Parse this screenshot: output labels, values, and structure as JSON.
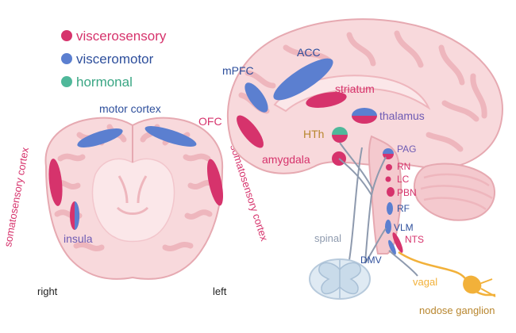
{
  "legend": {
    "items": [
      {
        "label": "viscerosensory",
        "color": "#d6336c"
      },
      {
        "label": "visceromotor",
        "color": "#5b7fd0"
      },
      {
        "label": "hormonal",
        "color": "#4fb89a"
      }
    ]
  },
  "colors": {
    "sensory": "#d6336c",
    "motor": "#5b7fd0",
    "hormonal": "#4fb89a",
    "brown": "#b8862e",
    "orange": "#f2b13a",
    "gray": "#8e9aae",
    "tissue": "#f8d9dc",
    "tissue_dark": "#eeb6bd",
    "spinal": "#dfeaf3"
  },
  "coronal": {
    "motor_cortex": "motor cortex",
    "somato_right": "somatosensory cortex",
    "somato_left": "somatosensory cortex",
    "insula": "insula",
    "right": "right",
    "left": "left"
  },
  "sagittal": {
    "acc": "ACC",
    "mpfc": "mPFC",
    "ofc": "OFC",
    "striatum": "striatum",
    "thalamus": "thalamus",
    "hth": "HTh",
    "amygdala": "amygdala",
    "pag": "PAG",
    "rn": "RN",
    "lc": "LC",
    "pbn": "PBN",
    "rf": "RF",
    "vlm": "VLM",
    "nts": "NTS",
    "dmv": "DMV",
    "spinal": "spinal",
    "vagal": "vagal",
    "nodose": "nodose ganglion"
  }
}
